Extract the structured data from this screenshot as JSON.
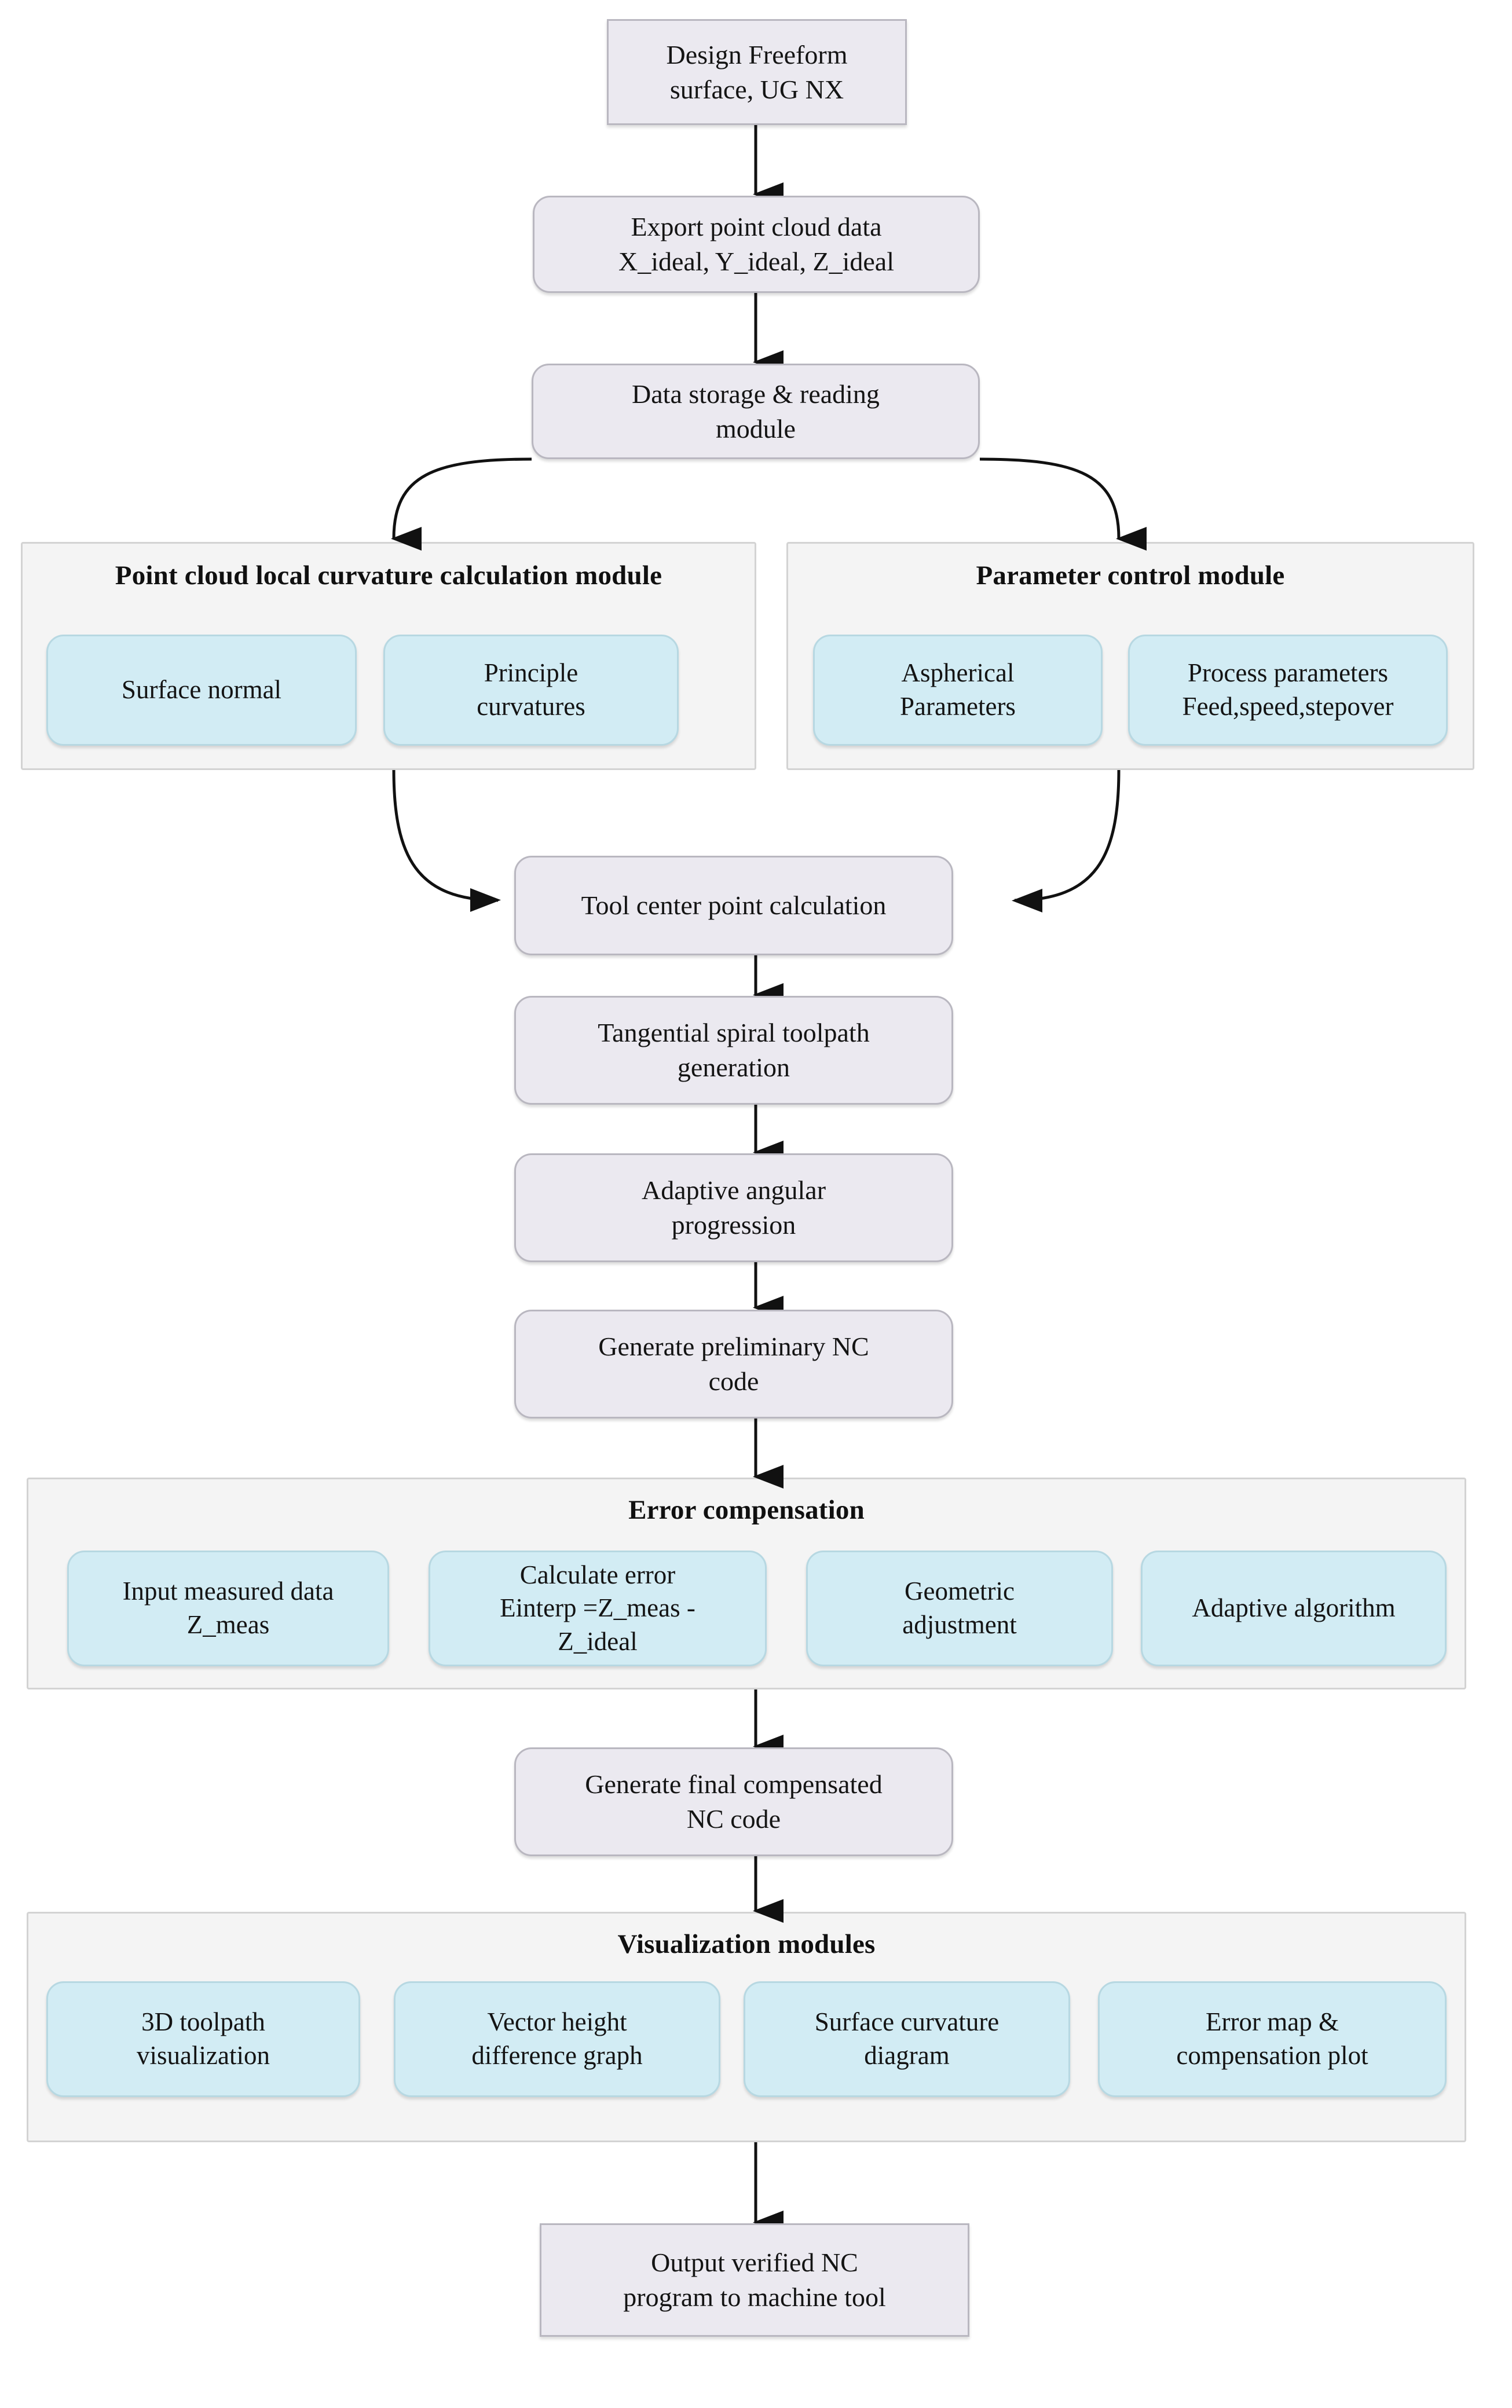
{
  "diagram": {
    "type": "flowchart",
    "orientation": "top-to-bottom",
    "theme": {
      "process_fill": "#ebe9f0",
      "process_stroke": "#b9b7c0",
      "group_fill": "#f4f4f4",
      "group_stroke": "#d3d3d3",
      "leaf_fill": "#d2ecf4",
      "leaf_stroke": "#b7d8e2",
      "arrow_color": "#111111",
      "text_color": "#141414",
      "background": "#ffffff"
    },
    "nodes": {
      "design_surface": {
        "line1": "Design Freeform",
        "line2": "surface, UG NX",
        "shape": "rectangle"
      },
      "export_points": {
        "line1": "Export point cloud data",
        "line2": "X_ideal, Y_ideal, Z_ideal",
        "shape": "rounded"
      },
      "data_storage": {
        "line1": "Data storage & reading",
        "line2": "module",
        "shape": "rounded"
      },
      "tool_center": {
        "line1": "Tool center point calculation",
        "line2": "",
        "shape": "rounded"
      },
      "spiral_toolpath": {
        "line1": "Tangential spiral toolpath",
        "line2": "generation",
        "shape": "rounded"
      },
      "angular_progression": {
        "line1": "Adaptive angular",
        "line2": "progression",
        "shape": "rounded"
      },
      "preliminary_nc": {
        "line1": "Generate preliminary NC",
        "line2": "code",
        "shape": "rounded"
      },
      "final_nc": {
        "line1": "Generate final compensated",
        "line2": "NC code",
        "shape": "rounded"
      },
      "output_nc": {
        "line1": "Output verified NC",
        "line2": "program to machine tool",
        "shape": "rectangle"
      }
    },
    "groups": {
      "curvature_module": {
        "title": "Point cloud local curvature calculation module",
        "children": [
          {
            "line1": "Surface normal",
            "line2": ""
          },
          {
            "line1": "Principle",
            "line2": "curvatures"
          }
        ]
      },
      "parameter_module": {
        "title": "Parameter control module",
        "children": [
          {
            "line1": "Aspherical",
            "line2": "Parameters"
          },
          {
            "line1": "Process parameters",
            "line2": "Feed,speed,stepover"
          }
        ]
      },
      "error_compensation": {
        "title": "Error compensation",
        "children": [
          {
            "line1": "Input measured data",
            "line2": "Z_meas",
            "line3": ""
          },
          {
            "line1": "Calculate error",
            "line2": "Einterp =Z_meas -",
            "line3": "Z_ideal"
          },
          {
            "line1": "Geometric",
            "line2": "adjustment",
            "line3": ""
          },
          {
            "line1": "Adaptive algorithm",
            "line2": "",
            "line3": ""
          }
        ]
      },
      "visualization_modules": {
        "title": "Visualization modules",
        "children": [
          {
            "line1": "3D toolpath",
            "line2": "visualization"
          },
          {
            "line1": "Vector height",
            "line2": "difference graph"
          },
          {
            "line1": "Surface curvature",
            "line2": "diagram"
          },
          {
            "line1": "Error map &",
            "line2": "compensation plot"
          }
        ]
      }
    },
    "edges": [
      {
        "from": "design_surface",
        "to": "export_points",
        "style": "straight-arrow"
      },
      {
        "from": "export_points",
        "to": "data_storage",
        "style": "straight-arrow"
      },
      {
        "from": "data_storage",
        "to": "curvature_module",
        "style": "curved-arrow-left"
      },
      {
        "from": "data_storage",
        "to": "parameter_module",
        "style": "curved-arrow-right"
      },
      {
        "from": "curvature_module",
        "to": "tool_center",
        "style": "curved-arrow-right"
      },
      {
        "from": "parameter_module",
        "to": "tool_center",
        "style": "curved-arrow-left"
      },
      {
        "from": "tool_center",
        "to": "spiral_toolpath",
        "style": "straight-arrow"
      },
      {
        "from": "spiral_toolpath",
        "to": "angular_progression",
        "style": "straight-arrow"
      },
      {
        "from": "angular_progression",
        "to": "preliminary_nc",
        "style": "straight-arrow"
      },
      {
        "from": "preliminary_nc",
        "to": "error_compensation",
        "style": "straight-arrow"
      },
      {
        "from": "error_compensation",
        "to": "final_nc",
        "style": "straight-arrow"
      },
      {
        "from": "final_nc",
        "to": "visualization_modules",
        "style": "straight-arrow"
      },
      {
        "from": "visualization_modules",
        "to": "output_nc",
        "style": "straight-arrow"
      }
    ]
  }
}
